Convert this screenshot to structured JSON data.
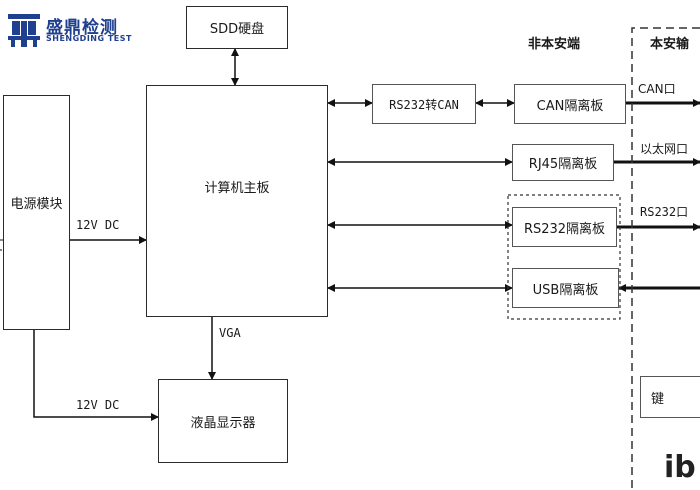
{
  "logo": {
    "name": "盛鼎检测",
    "sub": "SHENGDING TEST"
  },
  "blocks": {
    "sdd": "SDD硬盘",
    "main_board": "计算机主板",
    "power": "电源模块",
    "lcd": "液晶显示器",
    "rs232_can": "RS232转CAN",
    "can_iso": "CAN隔离板",
    "rj45_iso": "RJ45隔离板",
    "rs232_iso": "RS232隔离板",
    "usb_iso": "USB隔离板",
    "key": "键"
  },
  "regions": {
    "non_safe": "非本安端",
    "safe": "本安输"
  },
  "wire_labels": {
    "dc1": "12V DC",
    "dc2": "12V DC",
    "vga": "VGA",
    "can_port": "CAN口",
    "eth_port": "以太网口",
    "rs232_port": "RS232口"
  },
  "watermark": "ib"
}
